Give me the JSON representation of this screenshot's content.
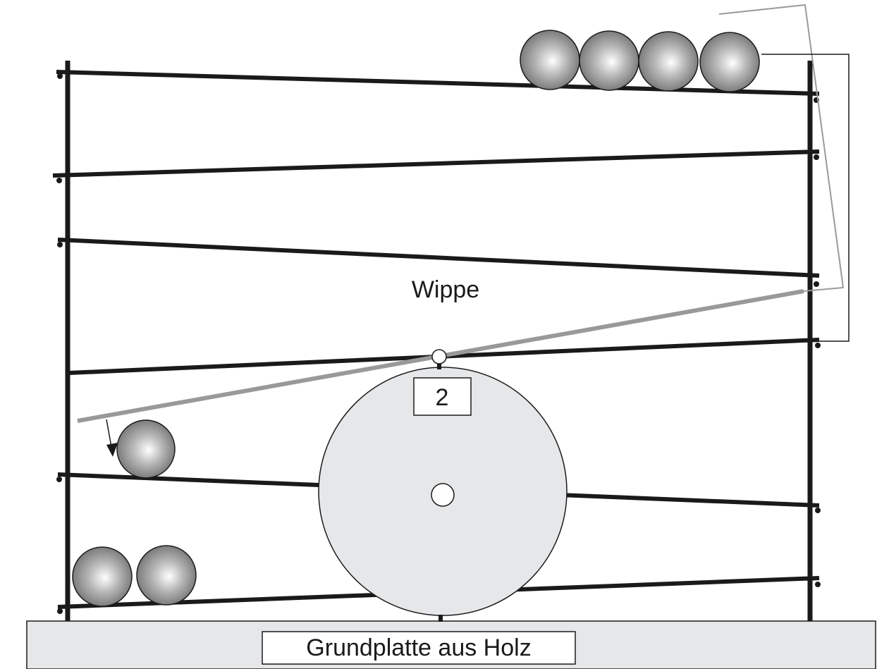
{
  "labels": {
    "seesaw": "Wippe",
    "wheel_number": "2",
    "base_plate": "Grundplatte aus Holz"
  },
  "colors": {
    "line": "#1a1a1a",
    "seesaw": "#999999",
    "guide": "#9a9a9a",
    "wheel_fill": "#e6e7e9",
    "base_fill": "#e6e7e9",
    "ball_light": "#ffffff",
    "ball_dark": "#7d7d7d"
  }
}
